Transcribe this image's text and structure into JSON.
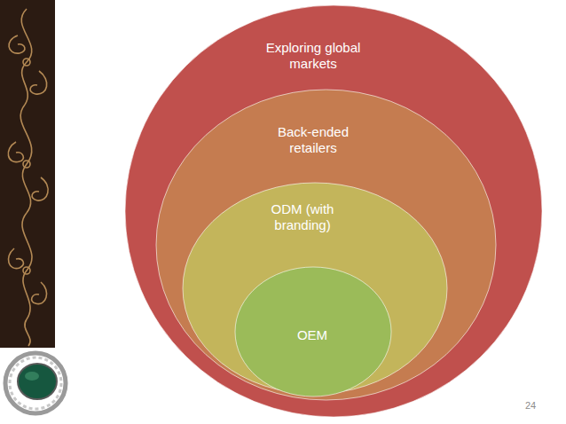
{
  "diagram": {
    "nodes": [
      {
        "text": [
          "Exploring global markets"
        ]
      },
      {
        "text": [
          "Back-ended retailers"
        ],
        "in": 0
      },
      {
        "text": [
          "ODM (with branding)"
        ],
        "in": 1
      },
      {
        "text": [
          "OEM"
        ],
        "in": 2
      }
    ],
    "labels": [
      "24"
    ]
  }
}
